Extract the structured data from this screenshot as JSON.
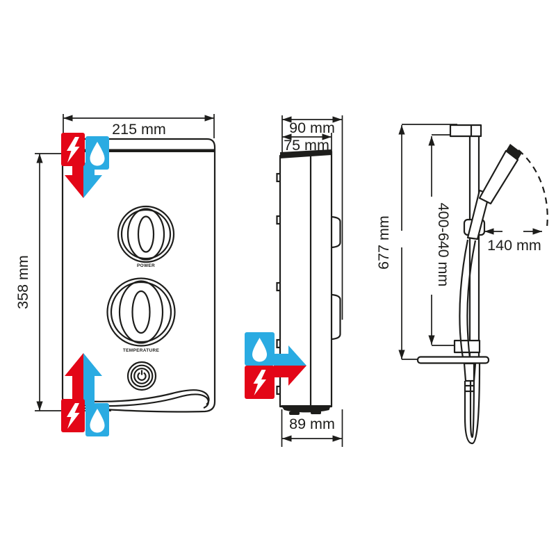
{
  "labels": {
    "front_width": "215 mm",
    "front_height": "358 mm",
    "power": "POWER",
    "temperature": "TEMPERATURE",
    "side_depth_top": "90 mm",
    "side_depth_body": "75 mm",
    "side_depth_base": "89 mm",
    "rail_length": "677 mm",
    "rail_adjustable": "400-640 mm",
    "handset_reach": "140 mm"
  },
  "icons": {
    "electric": "lightning-bolt",
    "water": "water-droplet",
    "inlet_top": "electric-water-inlet-arrow-down",
    "inlet_bottom": "electric-water-inlet-arrow-up",
    "inlet_side": "electric-water-inlet-arrow-right"
  },
  "colors": {
    "electric_red": "#e30617",
    "water_blue": "#2aabe2",
    "line": "#1d1d1b",
    "background": "#ffffff"
  }
}
